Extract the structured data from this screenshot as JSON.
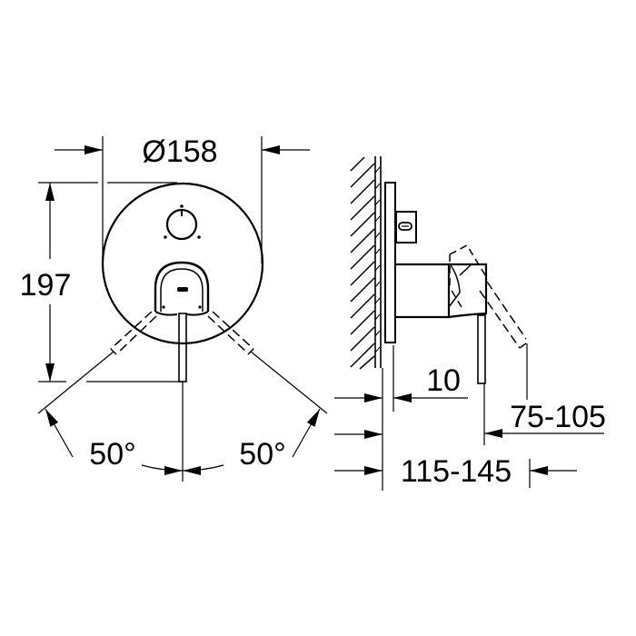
{
  "drawing": {
    "front_view": {
      "diameter_label": "Ø158",
      "height_label": "197",
      "angle_left_label": "50°",
      "angle_right_label": "50°"
    },
    "side_view": {
      "plate_offset_label": "10",
      "lever_depth_label": "75-105",
      "total_depth_label": "115-145"
    },
    "colors": {
      "line": "#000000",
      "background": "#ffffff"
    }
  }
}
